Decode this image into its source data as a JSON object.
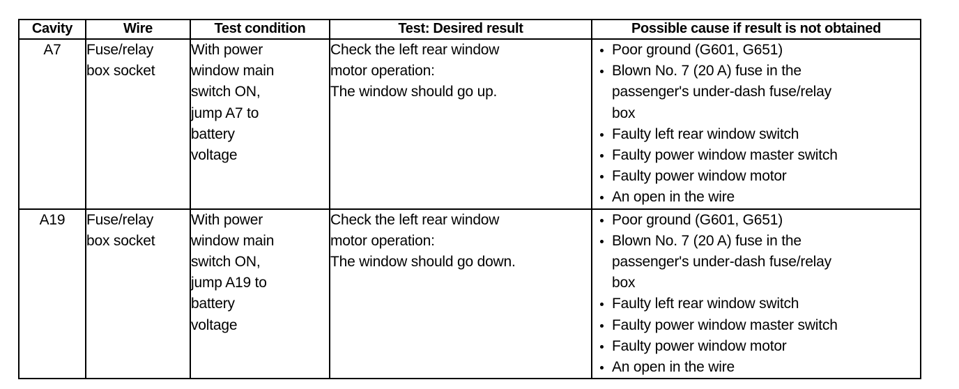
{
  "table": {
    "headers": [
      "Cavity",
      "Wire",
      "Test condition",
      "Test: Desired result",
      "Possible cause if result is not obtained"
    ],
    "rows": [
      {
        "cavity": "A7",
        "wire_lines": [
          "Fuse/relay",
          "box socket"
        ],
        "test_condition_lines": [
          "With power",
          "window main",
          "switch ON,",
          "jump A7 to",
          "battery",
          "voltage"
        ],
        "desired_result_lines": [
          "Check the left rear window",
          "motor operation:",
          "The window should go up."
        ],
        "possible_causes": [
          {
            "lines": [
              "Poor ground (G601, G651)"
            ]
          },
          {
            "lines": [
              "Blown No. 7 (20 A) fuse in the",
              "passenger's under-dash fuse/relay",
              "box"
            ]
          },
          {
            "lines": [
              "Faulty left rear window switch"
            ]
          },
          {
            "lines": [
              "Faulty power window master switch"
            ]
          },
          {
            "lines": [
              "Faulty power window motor"
            ]
          },
          {
            "lines": [
              "An open in the wire"
            ]
          }
        ]
      },
      {
        "cavity": "A19",
        "wire_lines": [
          "Fuse/relay",
          "box socket"
        ],
        "test_condition_lines": [
          "With power",
          "window main",
          "switch ON,",
          "jump A19 to",
          "battery",
          "voltage"
        ],
        "desired_result_lines": [
          "Check the left rear window",
          "motor operation:",
          "The window should go down."
        ],
        "possible_causes": [
          {
            "lines": [
              "Poor ground (G601, G651)"
            ]
          },
          {
            "lines": [
              "Blown No. 7 (20 A) fuse in the",
              "passenger's under-dash fuse/relay",
              "box"
            ]
          },
          {
            "lines": [
              "Faulty left rear window switch"
            ]
          },
          {
            "lines": [
              "Faulty power window master switch"
            ]
          },
          {
            "lines": [
              "Faulty power window motor"
            ]
          },
          {
            "lines": [
              "An open in the wire"
            ]
          }
        ]
      }
    ]
  },
  "colors": {
    "border": "#000000",
    "text": "#000000",
    "background": "#ffffff"
  }
}
